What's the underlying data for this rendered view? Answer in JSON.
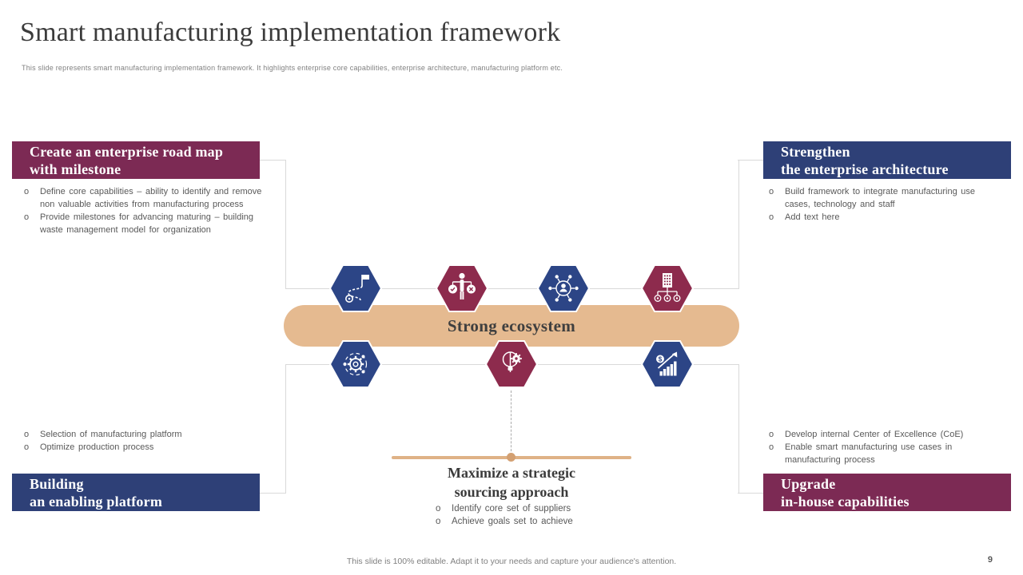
{
  "slide": {
    "title": "Smart manufacturing implementation framework",
    "subtitle": "This slide represents smart manufacturing implementation framework. It highlights enterprise core capabilities, enterprise architecture, manufacturing platform etc.",
    "footer": "This slide is 100% editable. Adapt it to your needs and capture your audience's attention.",
    "page_number": "9"
  },
  "bullet_marker": "o",
  "boxes": {
    "top_left": {
      "title_line1": "Create an enterprise road map",
      "title_line2": "with milestone",
      "bullets": [
        "Define core capabilities – ability to identify and remove non valuable activities from manufacturing process",
        "Provide milestones for advancing maturing – building waste management model for organization"
      ]
    },
    "top_right": {
      "title_line1": "Strengthen",
      "title_line2": "the enterprise architecture",
      "bullets": [
        "Build framework to integrate manufacturing use cases, technology and staff",
        "Add text here"
      ]
    },
    "bottom_left": {
      "title_line1": "Building",
      "title_line2": "an enabling platform",
      "bullets": [
        "Selection of manufacturing platform",
        "Optimize production process"
      ]
    },
    "bottom_right": {
      "title_line1": "Upgrade",
      "title_line2": "in-house capabilities",
      "bullets": [
        "Develop internal Center of Excellence (CoE)",
        "Enable smart manufacturing use cases in manufacturing process"
      ]
    }
  },
  "center": {
    "ribbon_label": "Strong ecosystem",
    "bottom_title_line1": "Maximize a strategic",
    "bottom_title_line2": "sourcing approach",
    "bottom_bullets": [
      "Identify core set of suppliers",
      "Achieve goals set to achieve"
    ]
  },
  "hexagon_icons": [
    "roadmap-milestone-icon",
    "balance-scales-icon",
    "people-network-icon",
    "enterprise-structure-icon",
    "gear-network-icon",
    "idea-gear-icon",
    "financial-growth-icon"
  ],
  "colors": {
    "header_maroon": "#7C2A54",
    "header_navy": "#2E4077",
    "hex_maroon": "#8D2B4D",
    "hex_blue": "#2C4586",
    "ribbon_tan": "#E5BA90",
    "connector_gray": "#D9D9D9"
  }
}
